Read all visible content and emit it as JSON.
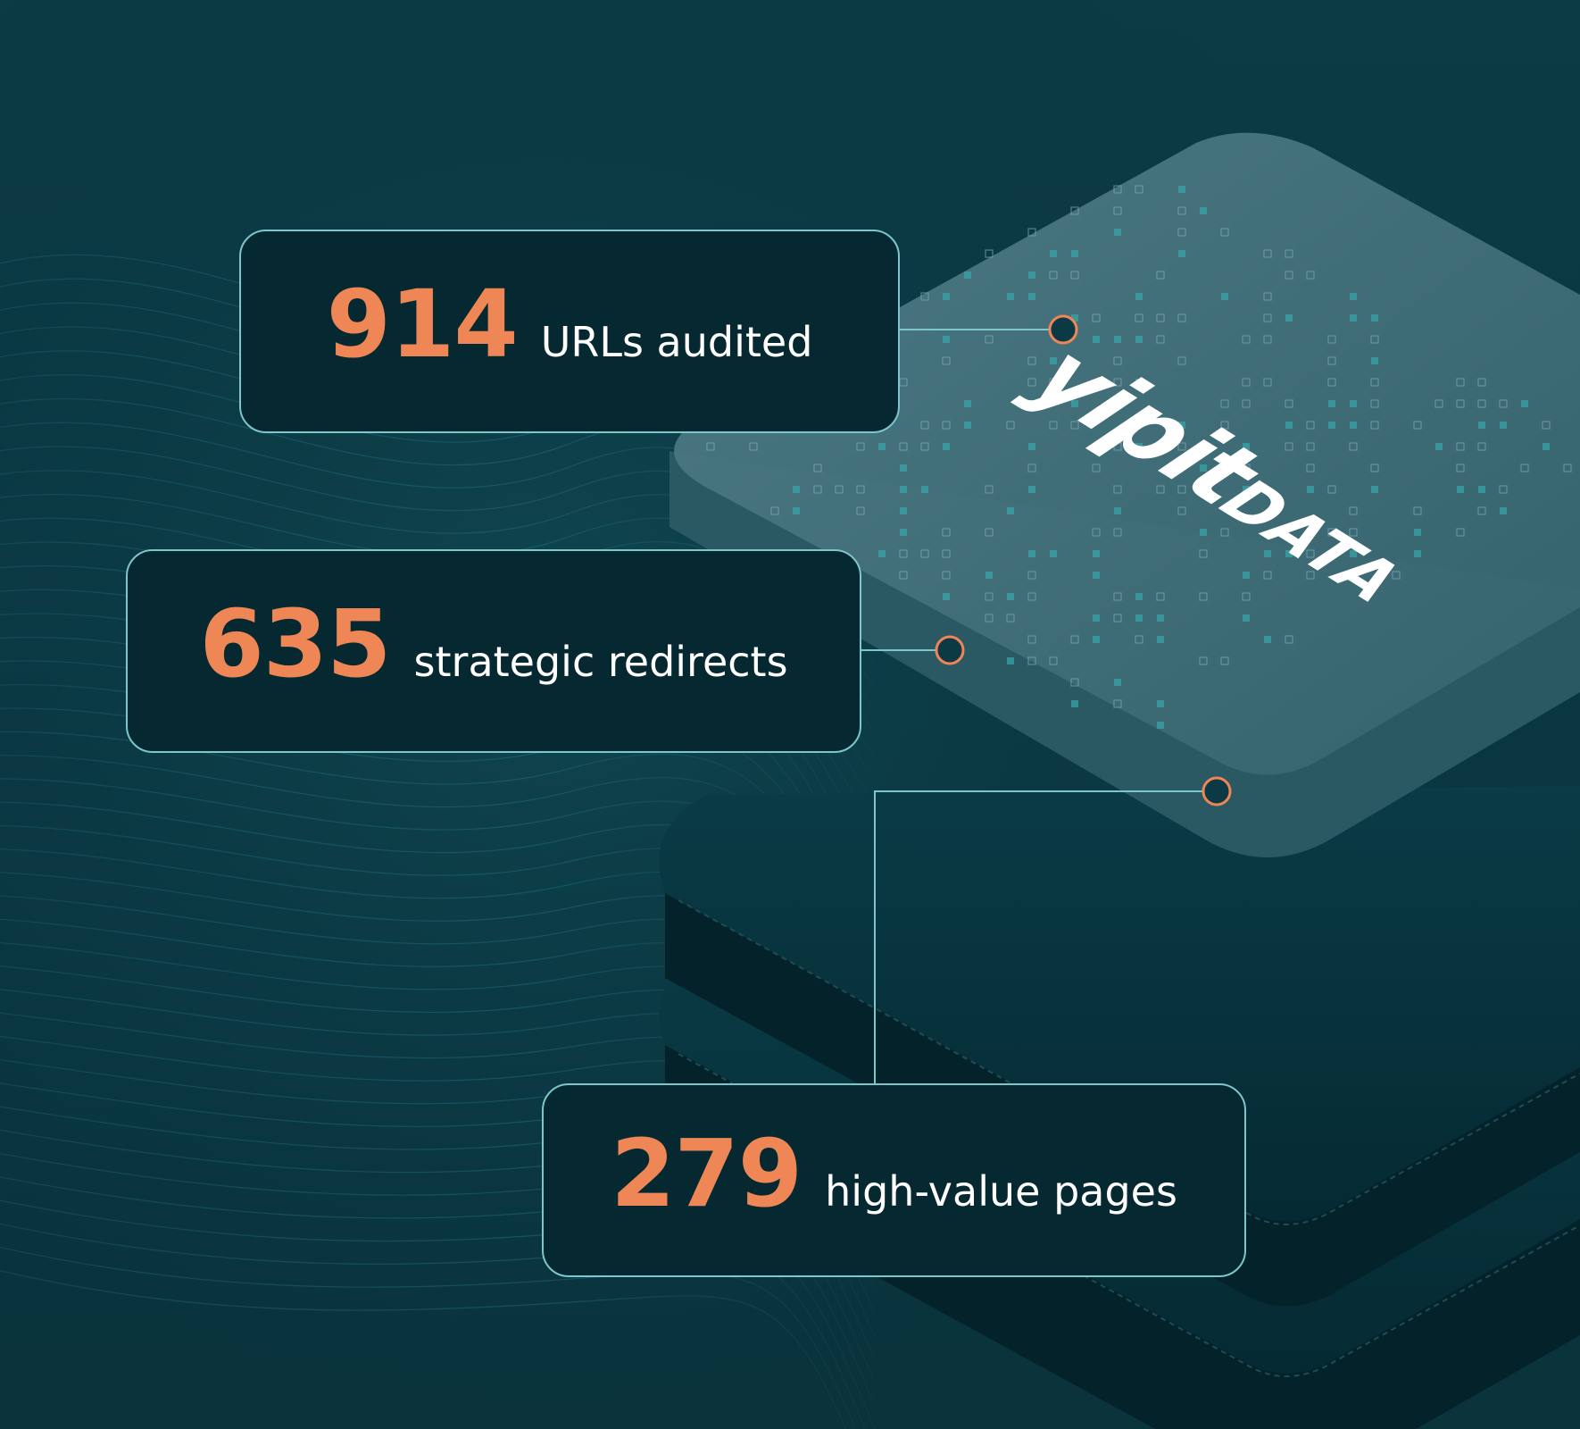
{
  "colors": {
    "background": "#0b3a44",
    "card_background": "#062830",
    "card_border": "#7cc6cc",
    "number": "#ee8656",
    "label": "#ffffff",
    "connector_line": "#7cc6cc",
    "connector_dot": "#ee8656",
    "platform_top": "#3f6c76",
    "platform_side": "#052a33"
  },
  "brand": {
    "logo_main": "yipit",
    "logo_sub": "DATA"
  },
  "stats": [
    {
      "number": "914",
      "label": "URLs audited"
    },
    {
      "number": "635",
      "label": "strategic redirects"
    },
    {
      "number": "279",
      "label": "high-value pages"
    }
  ]
}
